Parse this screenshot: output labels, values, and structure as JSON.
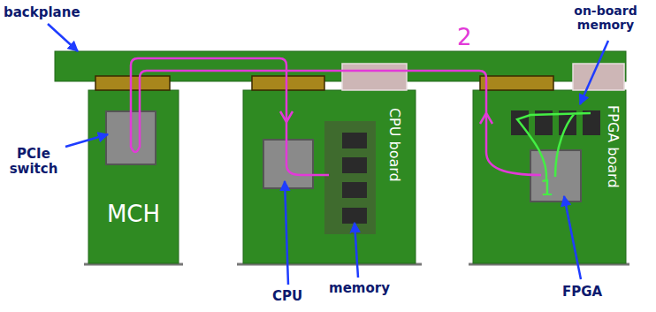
{
  "diagram": {
    "nodes": [
      {
        "text": [
          "MCH"
        ]
      },
      {
        "text": [
          "CPU board"
        ]
      },
      {
        "text": [
          "FPGA board"
        ]
      }
    ],
    "labels": [
      "backplane",
      "on-board memory",
      "PCIe switch",
      "CPU",
      "memory",
      "FPGA",
      "2",
      "1"
    ]
  }
}
